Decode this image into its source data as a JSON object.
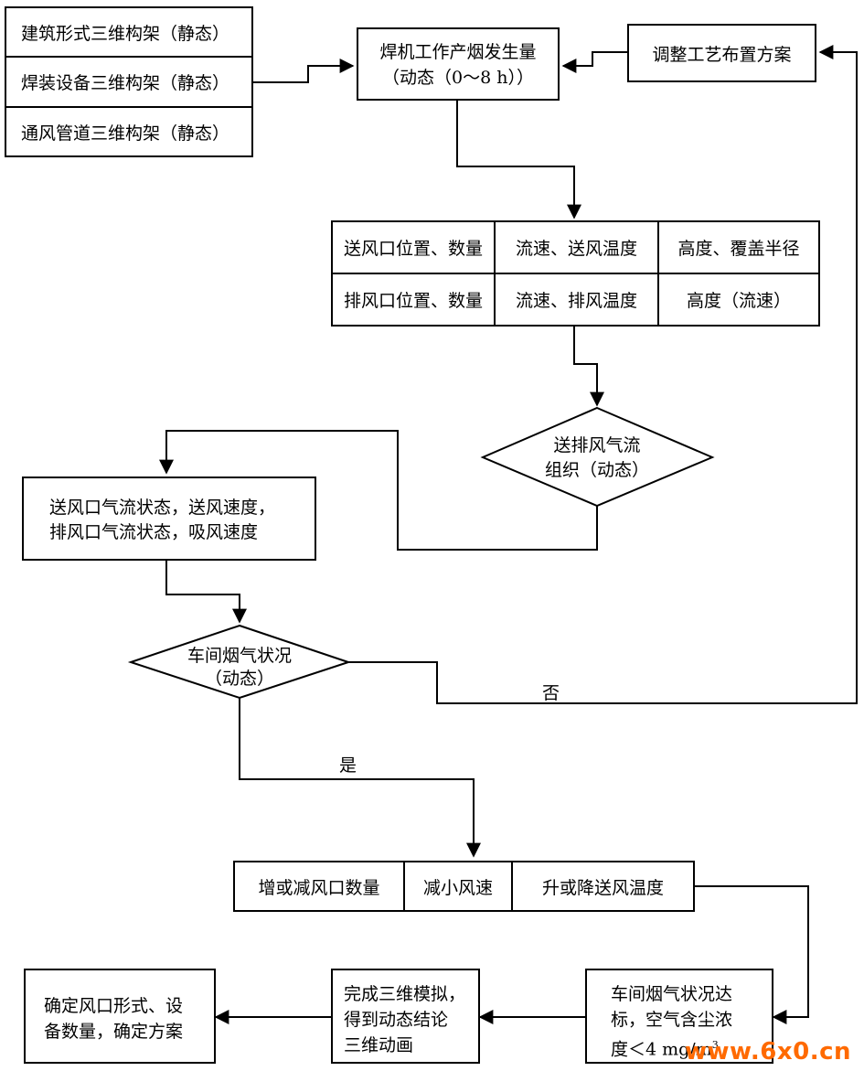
{
  "static_frames": [
    "建筑形式三维构架（静态）",
    "焊装设备三维构架（静态）",
    "通风管道三维构架（静态）"
  ],
  "smoke_box": {
    "line1": "焊机工作产烟发生量",
    "line2": "（动态（0～8 h））"
  },
  "adjust_box": "调整工艺布置方案",
  "param_table": {
    "rows": [
      [
        "送风口位置、数量",
        "流速、送风温度",
        "高度、覆盖半径"
      ],
      [
        "排风口位置、数量",
        "流速、排风温度",
        "高度（流速）"
      ]
    ]
  },
  "airflow_diamond": {
    "line1": "送排风气流",
    "line2": "组织（动态）"
  },
  "state_box": {
    "line1": "送风口气流状态，送风速度，",
    "line2": "排风口气流状态，吸风速度"
  },
  "workshop_diamond": {
    "line1": "车间烟气状况",
    "line2": "（动态）"
  },
  "label_no": "否",
  "label_yes": "是",
  "action_row": [
    "增或减风口数量",
    "减小风速",
    "升或降送风温度"
  ],
  "compliance_box": {
    "line1": "车间烟气状况达",
    "line2": "标，空气含尘浓",
    "line3": "度＜4 mg/m",
    "sup": "3"
  },
  "simulation_box": {
    "line1": "完成三维模拟，",
    "line2": "得到动态结论",
    "line3": "三维动画"
  },
  "final_box": {
    "line1": "确定风口形式、设",
    "line2": "备数量，确定方案"
  },
  "watermark": "www.6x0.cn"
}
